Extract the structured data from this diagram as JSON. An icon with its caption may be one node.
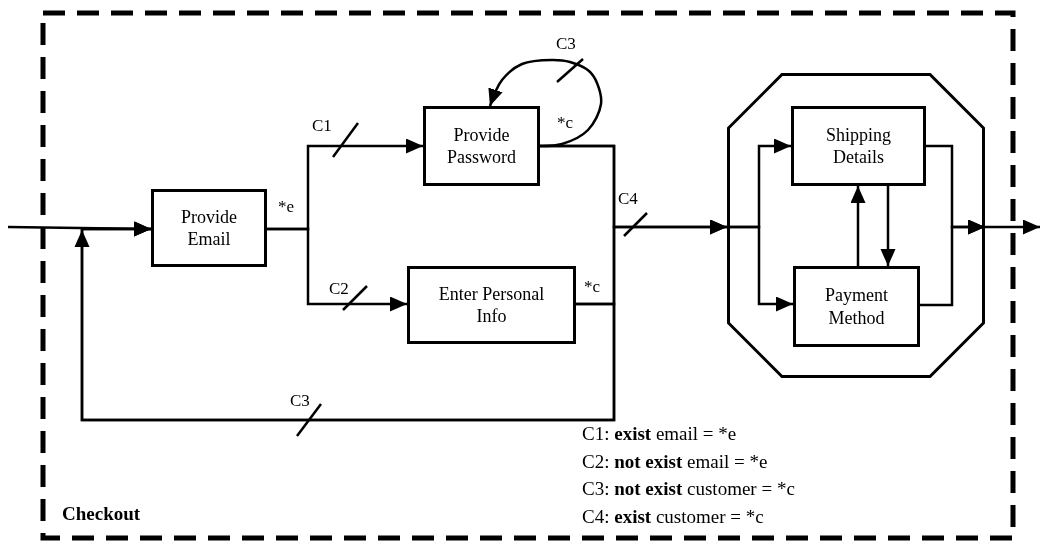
{
  "diagram": {
    "nodes": [
      {
        "text": [
          "Checkout"
        ]
      },
      {
        "text": [
          "Provide Email"
        ],
        "in": 0,
        "beside": [
          "*e"
        ]
      },
      {
        "text": [
          "Provide Password"
        ],
        "in": 0,
        "beside": [
          "*c"
        ]
      },
      {
        "text": [
          "Enter Personal Info"
        ],
        "in": 0,
        "beside": [
          "*c"
        ]
      },
      {
        "text": [],
        "shape": "octagon",
        "in": 0
      },
      {
        "text": [
          "Shipping Details"
        ],
        "in": 4
      },
      {
        "text": [
          "Payment Method"
        ],
        "in": 4
      }
    ],
    "edges": [
      {
        "from": null,
        "to": 1,
        "arrow": "to"
      },
      {
        "from": 1,
        "to": 2,
        "arrow": "to",
        "label": "C1"
      },
      {
        "from": 1,
        "to": 3,
        "arrow": "to",
        "label": "C2"
      },
      {
        "from": 2,
        "to": 2,
        "arrow": "to",
        "label": "C3"
      },
      {
        "from": 2,
        "to": 4,
        "arrow": "to",
        "label": "C4"
      },
      {
        "from": 3,
        "to": 4,
        "arrow": "to"
      },
      {
        "from": 2,
        "to": 1,
        "arrow": "to"
      },
      {
        "from": 3,
        "to": 1,
        "arrow": "to",
        "label": "C3"
      },
      {
        "from": 4,
        "to": 5,
        "arrow": "to"
      },
      {
        "from": 4,
        "to": 6,
        "arrow": "to"
      },
      {
        "from": 6,
        "to": 5,
        "arrow": "to"
      },
      {
        "from": 5,
        "to": 6,
        "arrow": "to"
      },
      {
        "from": 5,
        "to": 4,
        "arrow": "to"
      },
      {
        "from": 6,
        "to": 4,
        "arrow": "to"
      },
      {
        "from": 4,
        "to": null,
        "arrow": "to"
      }
    ],
    "labels": [
      "C1: **exist** email = *e",
      "C2: **not exist** email = *e",
      "C3: **not exist** customer = *c",
      "C4: **exist** customer = *c"
    ]
  }
}
